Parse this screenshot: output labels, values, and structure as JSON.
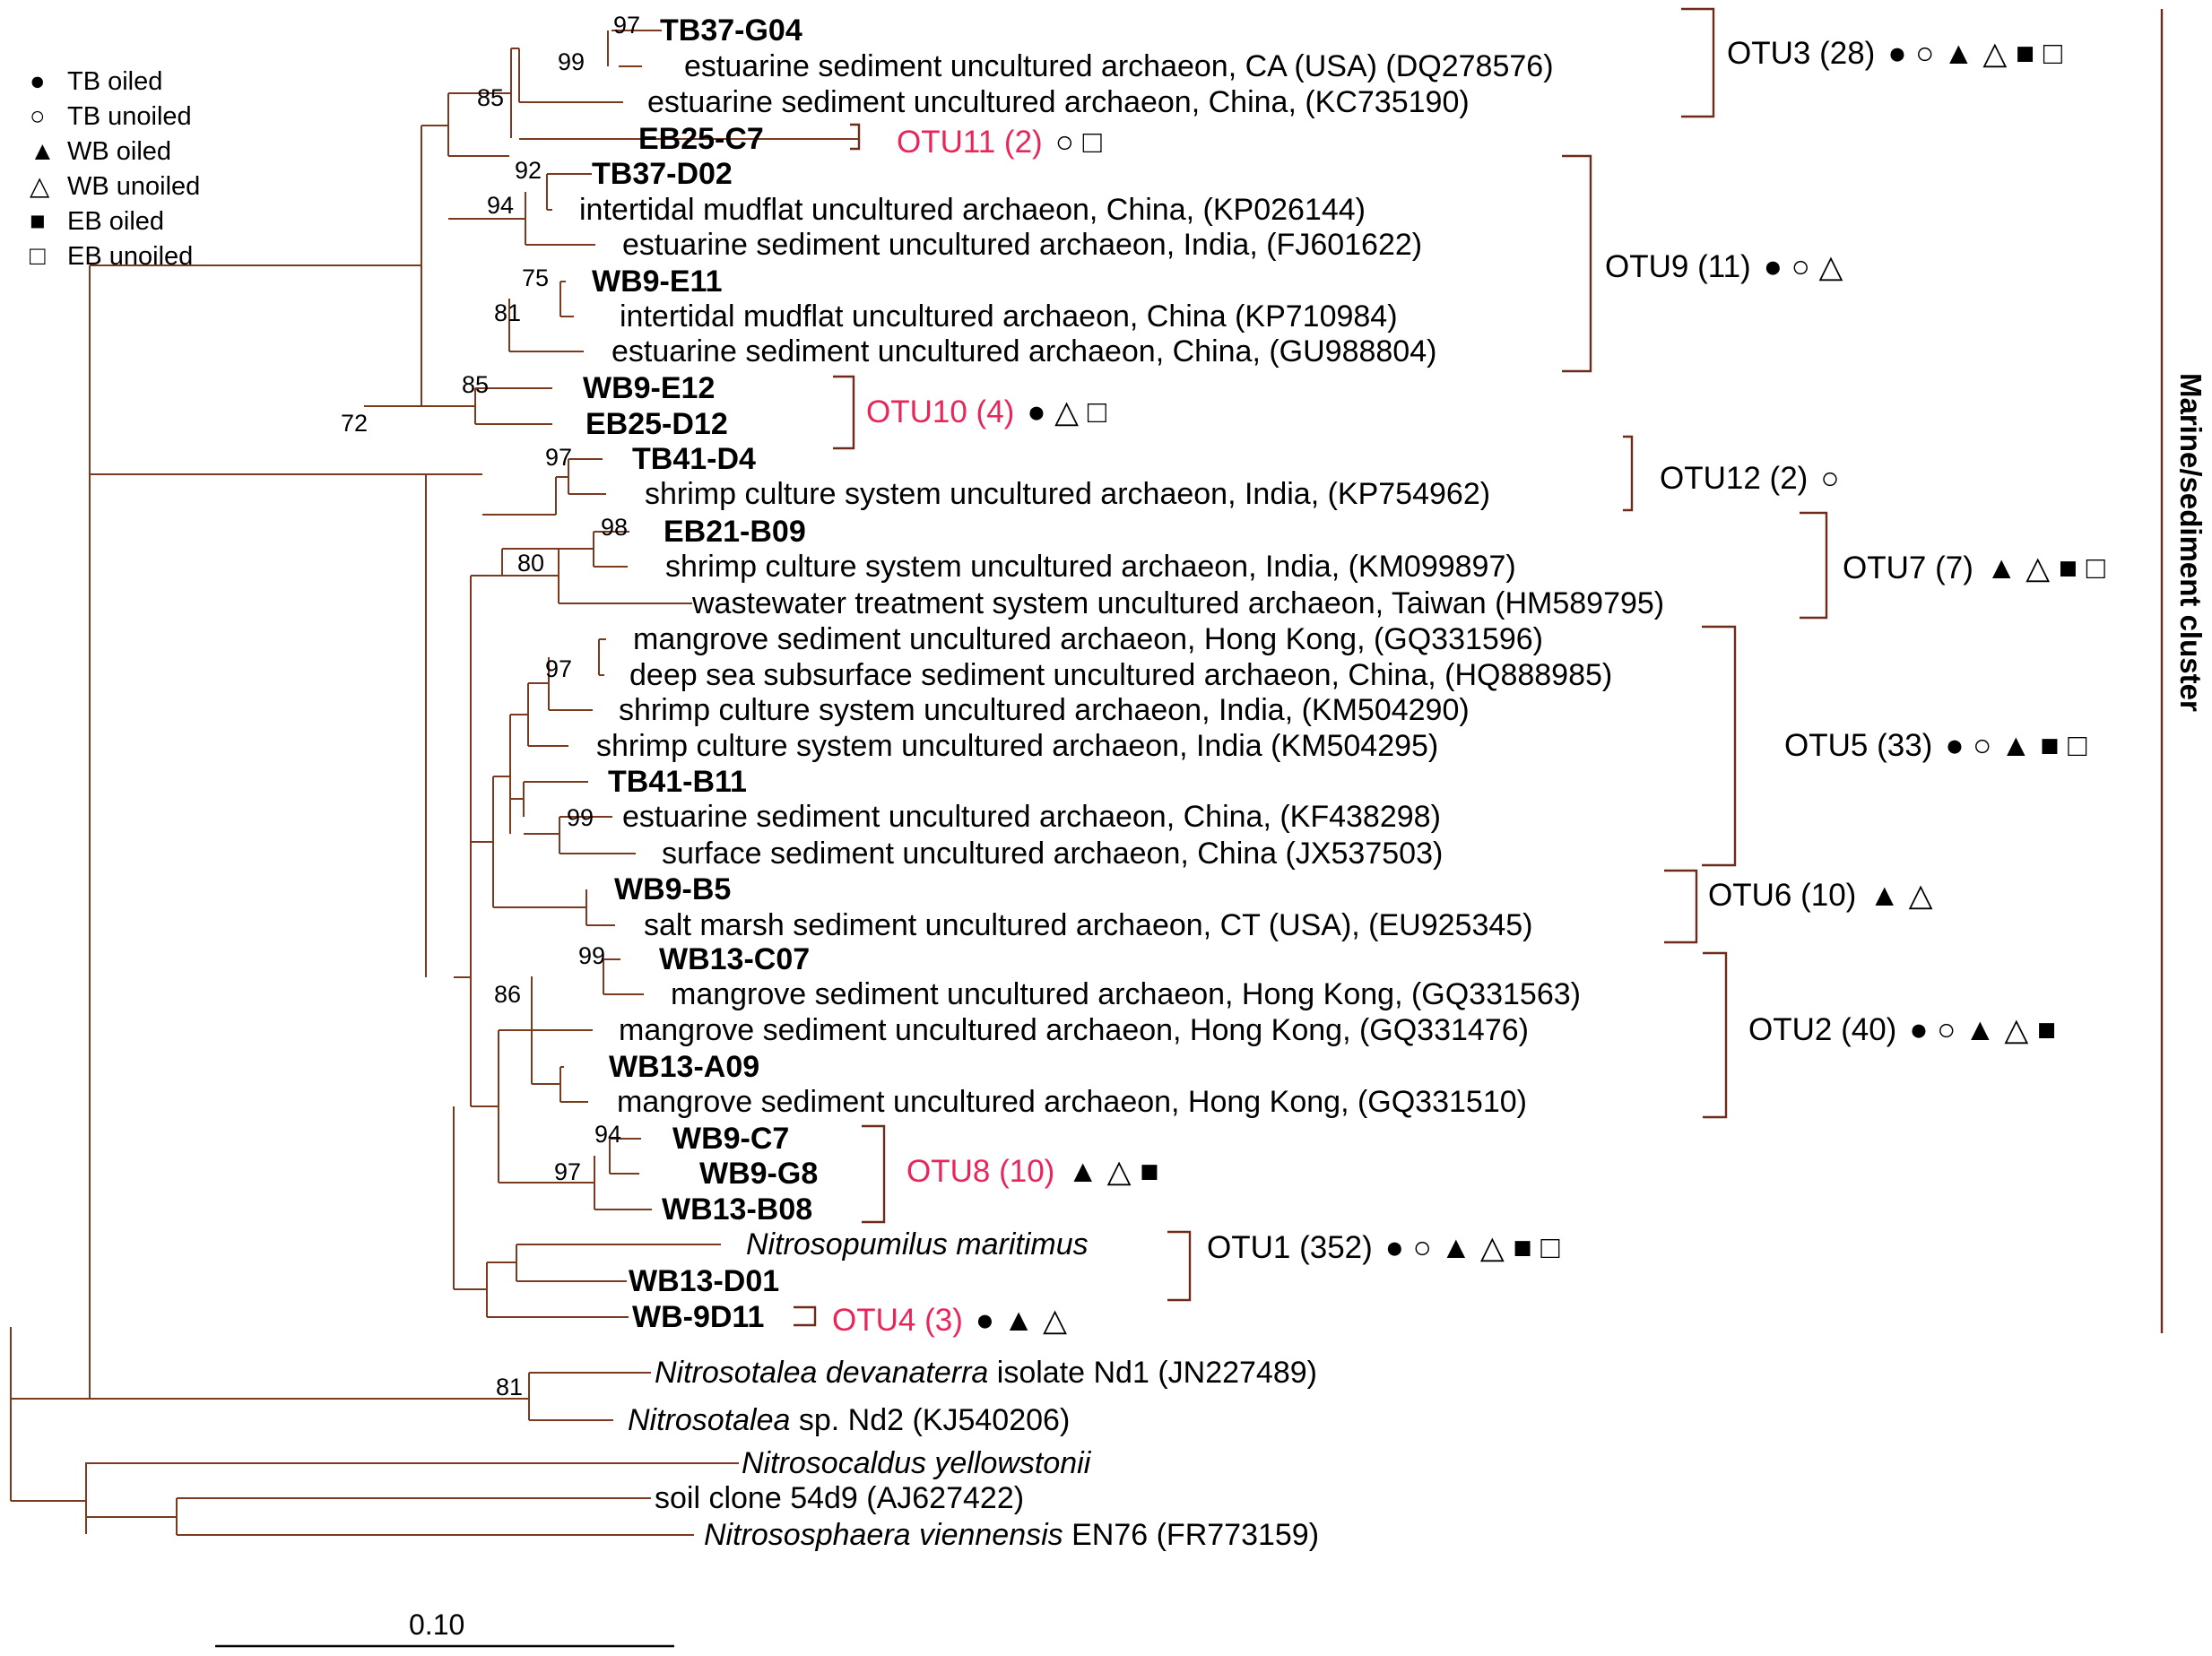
{
  "legend": [
    {
      "sym": "●",
      "label": "TB oiled"
    },
    {
      "sym": "○",
      "label": "TB unoiled"
    },
    {
      "sym": "▲",
      "label": "WB oiled"
    },
    {
      "sym": "△",
      "label": "WB unoiled"
    },
    {
      "sym": "■",
      "label": "EB oiled"
    },
    {
      "sym": "□",
      "label": "EB unoiled"
    }
  ],
  "cluster_label": "Marine/sediment cluster",
  "scale_label": "0.10",
  "colors": {
    "branch": "#7a3a20",
    "bracket": "#6e2b1a",
    "otu_highlight": "#e8265a",
    "text": "#000000"
  },
  "leaves": [
    {
      "segs": [
        {
          "t": "TB37-G04",
          "bold": true
        }
      ]
    },
    {
      "segs": [
        {
          "t": "estuarine sediment uncultured archaeon, CA (USA) (DQ278576)"
        }
      ]
    },
    {
      "segs": [
        {
          "t": "estuarine sediment uncultured archaeon, China, (KC735190)"
        }
      ]
    },
    {
      "segs": [
        {
          "t": "EB25-C7",
          "bold": true
        }
      ]
    },
    {
      "segs": [
        {
          "t": "TB37-D02",
          "bold": true
        }
      ]
    },
    {
      "segs": [
        {
          "t": "intertidal mudflat uncultured archaeon, China, (KP026144)"
        }
      ]
    },
    {
      "segs": [
        {
          "t": "estuarine sediment uncultured archaeon, India, (FJ601622)"
        }
      ]
    },
    {
      "segs": [
        {
          "t": "WB9-E11",
          "bold": true
        }
      ]
    },
    {
      "segs": [
        {
          "t": "intertidal mudflat uncultured archaeon, China (KP710984)"
        }
      ]
    },
    {
      "segs": [
        {
          "t": "estuarine sediment uncultured archaeon, China, (GU988804)"
        }
      ]
    },
    {
      "segs": [
        {
          "t": "WB9-E12",
          "bold": true
        }
      ]
    },
    {
      "segs": [
        {
          "t": "EB25-D12",
          "bold": true
        }
      ]
    },
    {
      "segs": [
        {
          "t": "TB41-D4",
          "bold": true
        }
      ]
    },
    {
      "segs": [
        {
          "t": "shrimp culture system uncultured archaeon, India, (KP754962)"
        }
      ]
    },
    {
      "segs": [
        {
          "t": "EB21-B09",
          "bold": true
        }
      ]
    },
    {
      "segs": [
        {
          "t": "shrimp culture system uncultured archaeon, India, (KM099897)"
        }
      ]
    },
    {
      "segs": [
        {
          "t": "wastewater treatment system uncultured archaeon, Taiwan (HM589795)"
        }
      ]
    },
    {
      "segs": [
        {
          "t": "mangrove sediment uncultured archaeon, Hong Kong, (GQ331596)"
        }
      ]
    },
    {
      "segs": [
        {
          "t": "deep sea subsurface sediment uncultured archaeon, China, (HQ888985)"
        }
      ]
    },
    {
      "segs": [
        {
          "t": "shrimp culture system uncultured archaeon, India, (KM504290)"
        }
      ]
    },
    {
      "segs": [
        {
          "t": "shrimp culture system uncultured archaeon, India (KM504295)"
        }
      ]
    },
    {
      "segs": [
        {
          "t": "TB41-B11",
          "bold": true
        }
      ]
    },
    {
      "segs": [
        {
          "t": "estuarine sediment uncultured archaeon, China, (KF438298)"
        }
      ]
    },
    {
      "segs": [
        {
          "t": "surface sediment uncultured archaeon, China (JX537503)"
        }
      ]
    },
    {
      "segs": [
        {
          "t": "WB9-B5",
          "bold": true
        }
      ]
    },
    {
      "segs": [
        {
          "t": "salt marsh sediment uncultured archaeon, CT (USA), (EU925345)"
        }
      ]
    },
    {
      "segs": [
        {
          "t": "WB13-C07",
          "bold": true
        }
      ]
    },
    {
      "segs": [
        {
          "t": "mangrove sediment uncultured archaeon, Hong Kong, (GQ331563)"
        }
      ]
    },
    {
      "segs": [
        {
          "t": "mangrove sediment uncultured archaeon, Hong Kong, (GQ331476)"
        }
      ]
    },
    {
      "segs": [
        {
          "t": "WB13-A09",
          "bold": true
        }
      ]
    },
    {
      "segs": [
        {
          "t": "mangrove sediment uncultured archaeon, Hong Kong, (GQ331510)"
        }
      ]
    },
    {
      "segs": [
        {
          "t": "WB9-C7",
          "bold": true
        }
      ]
    },
    {
      "segs": [
        {
          "t": "WB9-G8",
          "bold": true
        }
      ]
    },
    {
      "segs": [
        {
          "t": "WB13-B08",
          "bold": true
        }
      ]
    },
    {
      "segs": [
        {
          "t": "Nitrosopumilus maritimus",
          "italic": true
        }
      ]
    },
    {
      "segs": [
        {
          "t": "WB13-D01",
          "bold": true
        }
      ]
    },
    {
      "segs": [
        {
          "t": "WB-9D11",
          "bold": true
        }
      ]
    },
    {
      "segs": [
        {
          "t": "Nitrosotalea devanaterra",
          "italic": true
        },
        {
          "t": " isolate Nd1 (JN227489)"
        }
      ]
    },
    {
      "segs": [
        {
          "t": "Nitrosotalea",
          "italic": true
        },
        {
          "t": " sp. Nd2 (KJ540206)"
        }
      ]
    },
    {
      "segs": [
        {
          "t": "Nitrosocaldus yellowstonii",
          "italic": true
        }
      ]
    },
    {
      "segs": [
        {
          "t": "soil clone 54d9 (AJ627422)"
        }
      ]
    },
    {
      "segs": [
        {
          "t": "Nitrososphaera viennensis",
          "italic": true
        },
        {
          "t": " EN76 (FR773159)"
        }
      ]
    }
  ],
  "bootstraps": [
    "97",
    "99",
    "85",
    "92",
    "94",
    "75",
    "81",
    "85",
    "72",
    "97",
    "98",
    "80",
    "97",
    "99",
    "99",
    "86",
    "94",
    "97",
    "81"
  ],
  "otus": [
    {
      "name": "OTU3 (28)",
      "symbols": "● ○ ▲ △ ■ □",
      "highlight": false
    },
    {
      "name": "OTU11 (2)",
      "symbols": "○ □",
      "highlight": true
    },
    {
      "name": "OTU9 (11)",
      "symbols": "● ○ △",
      "highlight": false
    },
    {
      "name": "OTU10 (4)",
      "symbols": "● △ □",
      "highlight": true
    },
    {
      "name": "OTU12 (2)",
      "symbols": "○",
      "highlight": false
    },
    {
      "name": "OTU7 (7)",
      "symbols": "▲ △ ■ □",
      "highlight": false
    },
    {
      "name": "OTU5 (33)",
      "symbols": "● ○ ▲ ■ □",
      "highlight": false
    },
    {
      "name": "OTU6 (10)",
      "symbols": "▲ △",
      "highlight": false
    },
    {
      "name": "OTU2 (40)",
      "symbols": "● ○ ▲ △ ■",
      "highlight": false
    },
    {
      "name": "OTU8 (10)",
      "symbols": "▲ △ ■",
      "highlight": true
    },
    {
      "name": "OTU1 (352)",
      "symbols": "● ○ ▲ △ ■ □",
      "highlight": false
    },
    {
      "name": "OTU4 (3)",
      "symbols": "● ▲ △",
      "highlight": true
    }
  ]
}
